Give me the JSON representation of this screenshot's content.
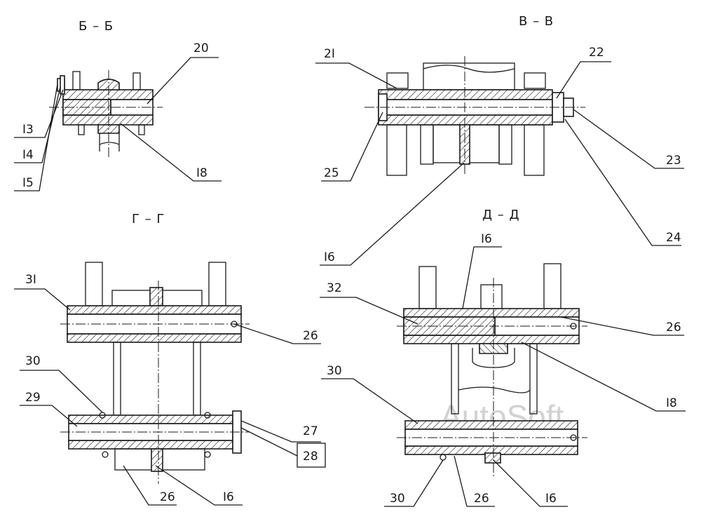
{
  "sections": {
    "bb": "Б – Б",
    "vv": "В – В",
    "gg": "Г – Г",
    "dd": "Д – Д"
  },
  "labels": {
    "bb_20": "20",
    "bb_13": "I3",
    "bb_14": "I4",
    "bb_15": "I5",
    "bb_18": "I8",
    "vv_21": "2I",
    "vv_22": "22",
    "vv_23": "23",
    "vv_24": "24",
    "vv_25": "25",
    "vv_16": "I6",
    "gg_31": "3I",
    "gg_26a": "26",
    "gg_30": "30",
    "gg_29": "29",
    "gg_27": "27",
    "gg_28": "28",
    "gg_26b": "26",
    "gg_16": "I6",
    "dd_16a": "I6",
    "dd_32": "32",
    "dd_26a": "26",
    "dd_18": "I8",
    "dd_30a": "30",
    "dd_30b": "30",
    "dd_26b": "26",
    "dd_16b": "I6"
  },
  "watermark": "AutoSoft"
}
